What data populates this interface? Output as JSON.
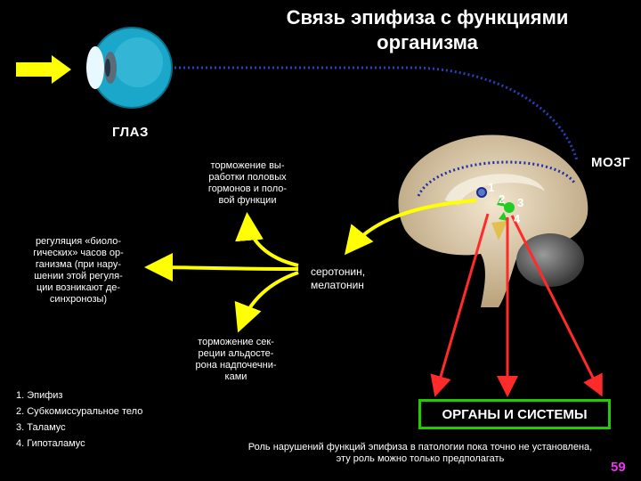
{
  "title": "Связь эпифиза с функциями\nорганизма",
  "labels": {
    "eye": "ГЛАЗ",
    "brain": "МОЗГ",
    "hormones": "серотонин,\nмелатонин",
    "organs": "ОРГАНЫ И СИСТЕМЫ"
  },
  "effects": {
    "sexual": "торможение вы-\nработки половых\nгормонов и поло-\nвой функции",
    "rhythms": "регуляция «биоло-\nгических» часов ор-\nганизма (при нару-\nшении этой регуля-\nции возникают де-\nсинхронозы)",
    "aldosterone": "торможение сек-\nреции альдосте-\nрона надпочечни-\nками"
  },
  "markers": [
    "1",
    "2",
    "3",
    "4"
  ],
  "legend": [
    "1. Эпифиз",
    "2. Субкомиссуральное тело",
    "3. Таламус",
    "4. Гипоталамус"
  ],
  "note": "Роль нарушений функций эпифиза в патологии пока точно не установлена,\nэту роль можно только предполагать",
  "page_number": "59",
  "colors": {
    "background": "#000000",
    "arrow_yellow": "#ffff00",
    "eye_blue": "#1aa7c9",
    "brain_beige": "#d9c7a8",
    "dotted_path": "#2b3fbf",
    "red_arrows": "#ff2a2a",
    "box_green": "#22cc00",
    "page_number": "#ee33ee"
  }
}
